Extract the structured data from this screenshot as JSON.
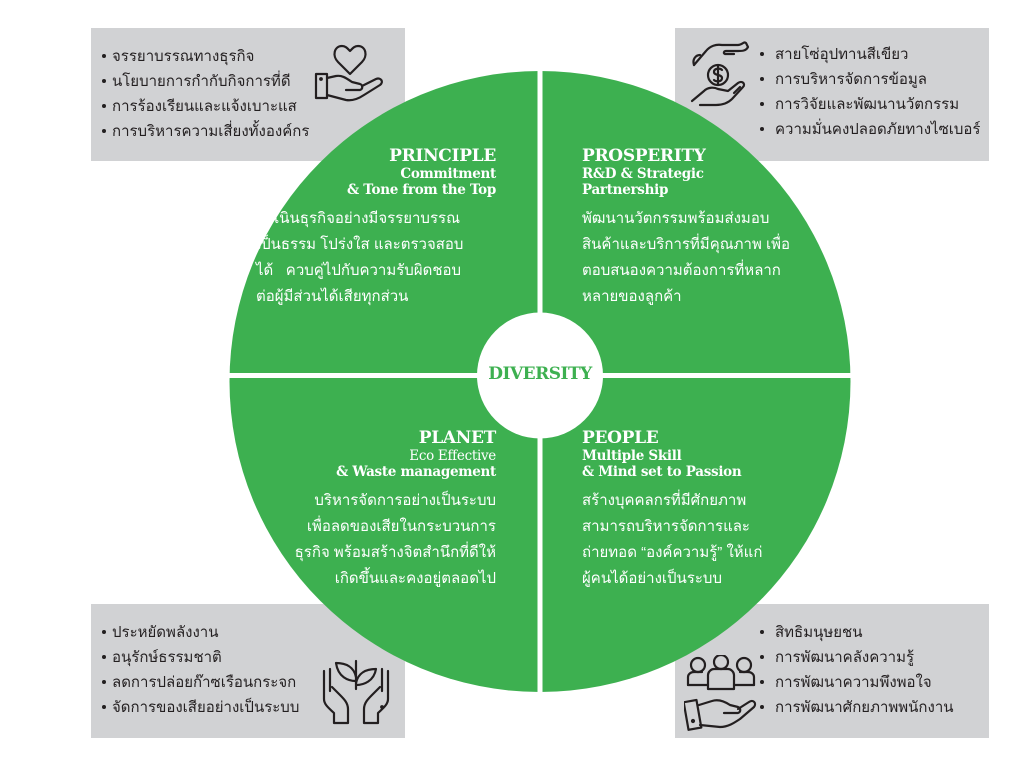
{
  "colors": {
    "green": "#3db050",
    "gray_box": "#d1d2d4",
    "text_dark": "#231f20",
    "white": "#ffffff"
  },
  "center": {
    "label": "DIVERSITY"
  },
  "quadrants": {
    "principle": {
      "title": "PRINCIPLE",
      "subtitle_line1": "Commitment",
      "subtitle_line2": "& Tone from the Top",
      "body": [
        "ดำเนินธุรกิจอย่างมีจรรยาบรรณ",
        "เป็นธรรม โปร่งใส และตรวจสอบ",
        "ได้   ควบคู่ไปกับความรับผิดชอบ",
        "ต่อผู้มีส่วนได้เสียทุกส่วน"
      ]
    },
    "prosperity": {
      "title": "PROSPERITY",
      "subtitle_line1": "R&D & Strategic",
      "subtitle_line2": "Partnership",
      "body": [
        "พัฒนานวัตกรรมพร้อมส่งมอบ",
        "สินค้าและบริการที่มีคุณภาพ เพื่อ",
        "ตอบสนองความต้องการที่หลาก",
        "หลายของลูกค้า"
      ]
    },
    "planet": {
      "title": "PLANET",
      "subtitle_line1": "Eco Effective",
      "subtitle_line2": "& Waste management",
      "body": [
        "บริหารจัดการอย่างเป็นระบบ",
        "เพื่อลดของเสียในกระบวนการ",
        "ธุรกิจ พร้อมสร้างจิตสำนึกที่ดีให้",
        "เกิดขึ้นและคงอยู่ตลอดไป"
      ]
    },
    "people": {
      "title": "PEOPLE",
      "subtitle_line1": "Multiple Skill",
      "subtitle_line2": "& Mind set to Passion",
      "body": [
        "สร้างบุคคลกรที่มีศักยภาพ",
        "สามารถบริหารจัดการและ",
        "ถ่ายทอด “องค์ความรู้” ให้แก่",
        "ผู้คนได้อย่างเป็นระบบ"
      ]
    }
  },
  "boxes": {
    "top_left": {
      "icon": "heart-in-hand-icon",
      "items": [
        "จรรยาบรรณทางธุรกิจ",
        "นโยบายการกำกับกิจการที่ดี",
        "การร้องเรียนและแจ้งเบาะแส",
        "การบริหารความเสี่ยงทั้งองค์กร"
      ]
    },
    "top_right": {
      "icon": "money-between-hands-icon",
      "items": [
        "สายโซ่อุปทานสีเขียว",
        "การบริหารจัดการข้อมูล",
        "การวิจัยและพัฒนานวัตกรรม",
        "ความมั่นคงปลอดภัยทางไซเบอร์"
      ]
    },
    "bottom_left": {
      "icon": "plant-in-hands-icon",
      "items": [
        "ประหยัดพลังงาน",
        "อนุรักษ์ธรรมชาติ",
        "ลดการปล่อยก๊าซเรือนกระจก",
        "จัดการของเสียอย่างเป็นระบบ"
      ]
    },
    "bottom_right": {
      "icon": "people-in-hand-icon",
      "items": [
        "สิทธิมนุษยชน",
        "การพัฒนาคลังความรู้",
        "การพัฒนาความพึงพอใจ",
        "การพัฒนาศักยภาพพนักงาน"
      ]
    }
  }
}
